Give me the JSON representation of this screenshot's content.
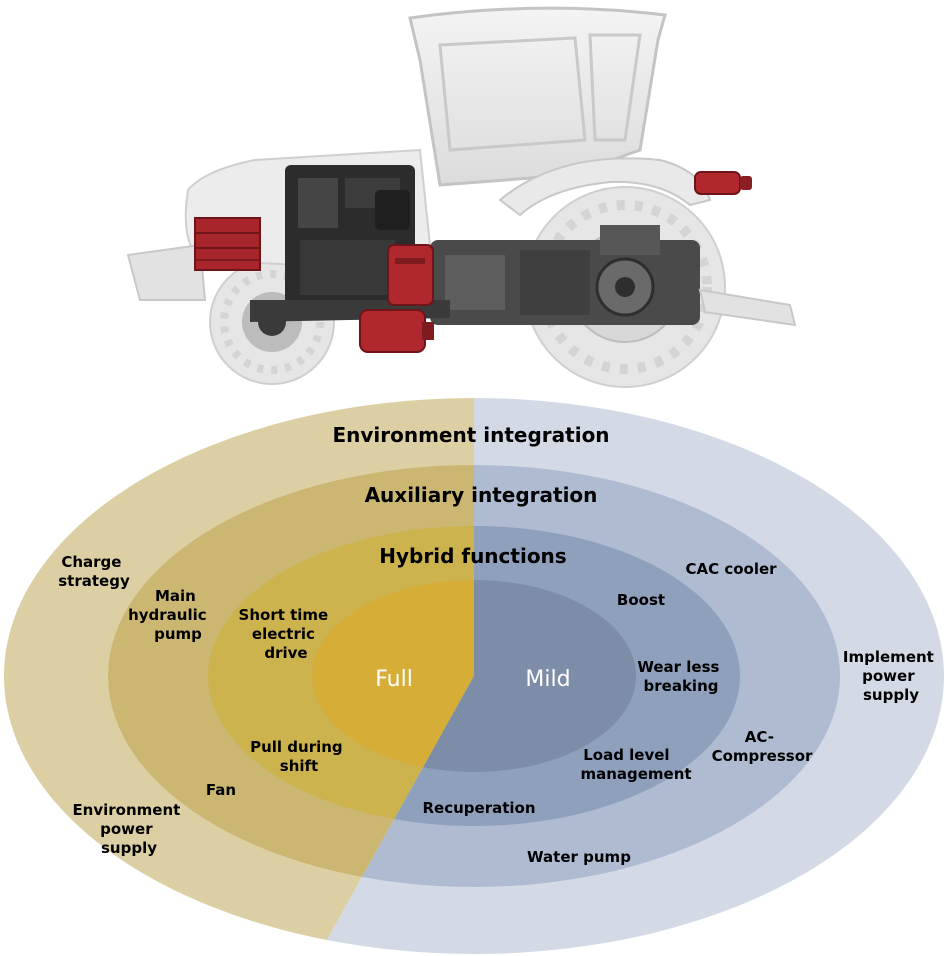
{
  "colors": {
    "env_gold": "#dccfa3",
    "env_blue": "#d3dae6",
    "aux_gold": "#cbb772",
    "aux_blue": "#aebbd0",
    "hyb_gold": "#cdb34d",
    "hyb_blue": "#8fa0bc",
    "core_gold": "#d6ad37",
    "core_blue": "#7d8da8",
    "component_red": "#a8262b"
  },
  "icons": [
    "tractor-icon",
    "battery-pack-icon",
    "electric-motor-icon",
    "engine-icon",
    "transmission-icon",
    "pto-connector-icon"
  ],
  "rings": {
    "environment": "Environment integration",
    "auxiliary": "Auxiliary integration",
    "hybrid": "Hybrid functions"
  },
  "core": {
    "full": "Full",
    "mild": "Mild"
  },
  "labels": {
    "charge_strategy": [
      "Charge",
      "strategy"
    ],
    "main_hydraulic_pump": [
      "Main",
      "hydraulic",
      "pump"
    ],
    "short_time_electric_drive": [
      "Short time",
      "electric",
      "drive"
    ],
    "pull_during_shift": [
      "Pull during",
      "shift"
    ],
    "fan": [
      "Fan"
    ],
    "environment_power_supply": [
      "Environment",
      "power",
      "supply"
    ],
    "cac_cooler": [
      "CAC cooler"
    ],
    "boost": [
      "Boost"
    ],
    "wear_less_breaking": [
      "Wear less",
      "breaking"
    ],
    "implement_power_supply": [
      "Implement",
      "power",
      "supply"
    ],
    "ac_compressor": [
      "AC-",
      "Compressor"
    ],
    "load_level_management": [
      "Load level",
      "management"
    ],
    "recuperation": [
      "Recuperation"
    ],
    "water_pump": [
      "Water pump"
    ]
  }
}
